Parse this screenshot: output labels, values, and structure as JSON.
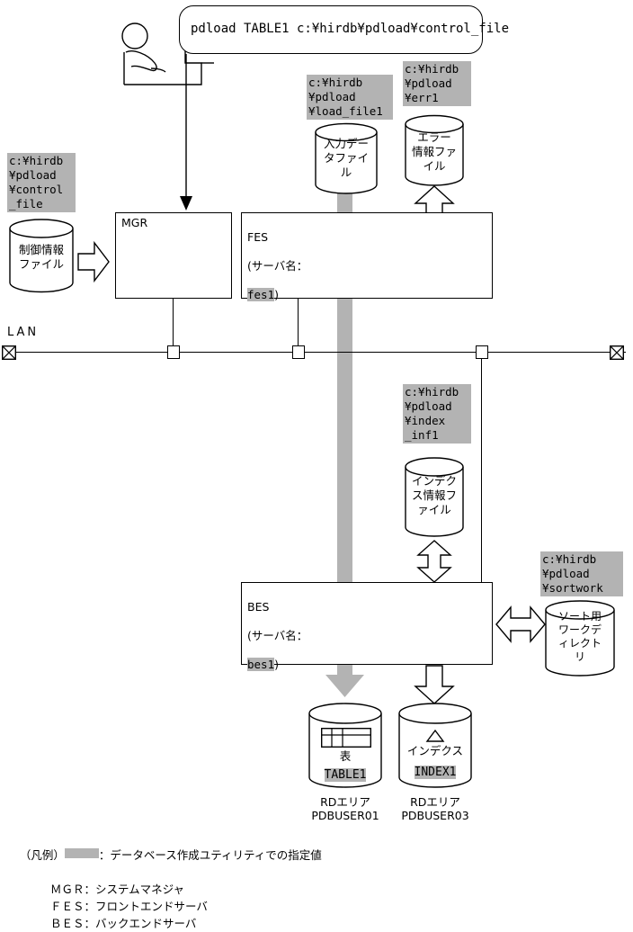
{
  "command_bubble": {
    "text": "pdload TABLE1 c:¥hirdb¥pdload¥control_file"
  },
  "lan": {
    "label": "LAN"
  },
  "servers": [
    {
      "id": "mgr",
      "title": "MGR"
    },
    {
      "id": "fes",
      "title": "FES",
      "sub_prefix": "(サーバ名：",
      "name": "fes1",
      "sub_suffix": ")"
    },
    {
      "id": "bes",
      "title": "BES",
      "sub_prefix": "(サーバ名：",
      "name": "bes1",
      "sub_suffix": ")"
    }
  ],
  "files": {
    "control": {
      "path": "c:¥hirdb\n¥pdload\n¥control\n_file",
      "label": "制御情報\nファイル"
    },
    "input_data": {
      "path": "c:¥hirdb\n¥pdload\n¥load_file1",
      "label": "入力デー\nタファイ\nル"
    },
    "error_info": {
      "path": "c:¥hirdb\n¥pdload\n¥err1",
      "label": "エラー\n情報ファ\nイル"
    },
    "index_info": {
      "path": "c:¥hirdb\n¥pdload\n¥index\n_inf1",
      "label": "インデク\nス情報フ\nァイル"
    },
    "sort_work": {
      "path": "c:¥hirdb\n¥pdload\n¥sortwork",
      "label": "ソート用\nワークデ\nィレクト\nリ"
    }
  },
  "rdareas": [
    {
      "id": "table",
      "kind_label": "表",
      "object_name": "TABLE1",
      "caption": "RDエリア\nPDBUSER01"
    },
    {
      "id": "index",
      "kind_label": "インデクス",
      "object_name": "INDEX1",
      "caption": "RDエリア\nPDBUSER03"
    }
  ],
  "legend": {
    "title": "（凡例）",
    "swatch_text": "：データベース作成ユティリティでの指定値",
    "rows": [
      "ＭＧＲ：システムマネジャ",
      "ＦＥＳ：フロントエンドサーバ",
      "ＢＥＳ：バックエンドサーバ"
    ]
  },
  "colors": {
    "highlight": "#b3b3b3",
    "line": "#000000",
    "background": "#ffffff"
  }
}
